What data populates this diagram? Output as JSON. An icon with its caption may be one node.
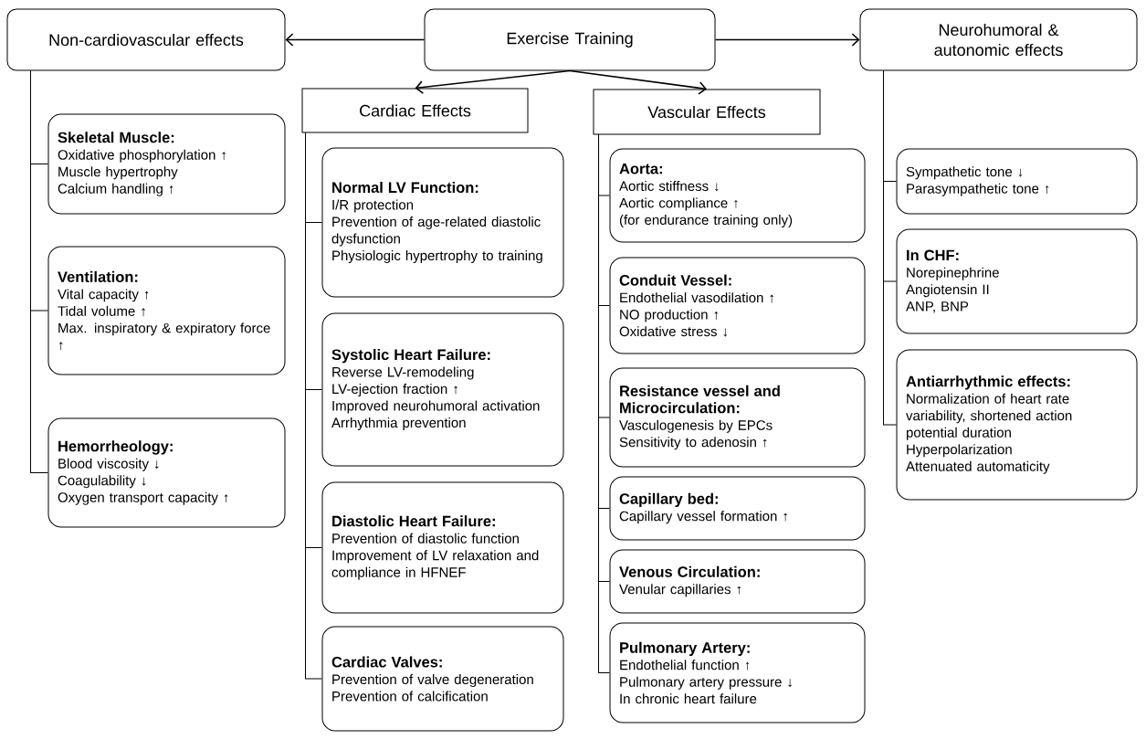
{
  "diagram": {
    "nodes": [
      {
        "text": [
          "Exercise Training"
        ]
      },
      {
        "text": [
          "Non-cardiovascular effects"
        ]
      },
      {
        "text": [
          "Neurohumoral & autonomic effects"
        ]
      },
      {
        "text": [
          "Cardiac Effects"
        ]
      },
      {
        "text": [
          "Vascular Effects"
        ]
      },
      {
        "text": [
          "Skeletal Muscle:",
          "Oxidative phosphorylation ↑",
          "Muscle hypertrophy",
          "Calcium handling ↑"
        ]
      },
      {
        "text": [
          "Ventilation:",
          "Vital capacity ↑",
          "Tidal volume ↑",
          "Max. inspiratory & expiratory force ↑"
        ]
      },
      {
        "text": [
          "Hemorrheology:",
          "Blood viscosity ↓",
          "Coagulability ↓",
          "Oxygen transport capacity ↑"
        ]
      },
      {
        "text": [
          "Normal LV Function:",
          "I/R protection",
          "Prevention of age-related diastolic dysfunction",
          "Physiologic hypertrophy to training"
        ]
      },
      {
        "text": [
          "Systolic Heart Failure:",
          "Reverse LV-remodeling",
          "LV-ejection fraction ↑",
          "Improved neurohumoral activation",
          "Arrhythmia prevention"
        ]
      },
      {
        "text": [
          "Diastolic Heart Failure:",
          "Prevention of diastolic function",
          "Improvement of LV relaxation and compliance in HFNEF"
        ]
      },
      {
        "text": [
          "Cardiac Valves:",
          "Prevention of valve degeneration",
          "Prevention of calcification"
        ]
      },
      {
        "text": [
          "Aorta:",
          "Aortic stiffness ↓",
          "Aortic compliance ↑",
          "(for endurance training only)"
        ]
      },
      {
        "text": [
          "Conduit Vessel:",
          "Endothelial vasodilation ↑",
          "NO production ↑",
          "Oxidative stress ↓"
        ]
      },
      {
        "text": [
          "Resistance vessel and Microcirculation:",
          "Vasculogenesis by EPCs",
          "Sensitivity to adenosin ↑"
        ]
      },
      {
        "text": [
          "Capillary bed:",
          "Capillary vessel formation ↑"
        ]
      },
      {
        "text": [
          "Venous Circulation:",
          "Venular capillaries ↑"
        ]
      },
      {
        "text": [
          "Pulmonary Artery:",
          "Endothelial function ↑",
          "Pulmonary artery pressure ↓",
          "In chronic heart failure"
        ]
      },
      {
        "text": [
          "Sympathetic tone ↓",
          "Parasympathetic tone ↑"
        ]
      },
      {
        "text": [
          "In CHF:",
          "Norepinephrine",
          "Angiotensin II",
          "ANP, BNP"
        ]
      },
      {
        "text": [
          "Antiarrhythmic effects:",
          "Normalization of heart rate variability, shortened action potential duration",
          "Hyperpolarization",
          "Attenuated automaticity"
        ]
      }
    ],
    "edges": [
      {
        "from": 0,
        "to": 1,
        "arrow": "to"
      },
      {
        "from": 0,
        "to": 2,
        "arrow": "to"
      },
      {
        "from": 0,
        "to": 3,
        "arrow": "to"
      },
      {
        "from": 0,
        "to": 4,
        "arrow": "to"
      },
      {
        "from": 1,
        "to": 5,
        "arrow": "none"
      },
      {
        "from": 1,
        "to": 6,
        "arrow": "none"
      },
      {
        "from": 1,
        "to": 7,
        "arrow": "none"
      },
      {
        "from": 3,
        "to": 8,
        "arrow": "none"
      },
      {
        "from": 3,
        "to": 9,
        "arrow": "none"
      },
      {
        "from": 3,
        "to": 10,
        "arrow": "none"
      },
      {
        "from": 3,
        "to": 11,
        "arrow": "none"
      },
      {
        "from": 4,
        "to": 12,
        "arrow": "none"
      },
      {
        "from": 4,
        "to": 13,
        "arrow": "none"
      },
      {
        "from": 4,
        "to": 14,
        "arrow": "none"
      },
      {
        "from": 4,
        "to": 15,
        "arrow": "none"
      },
      {
        "from": 4,
        "to": 16,
        "arrow": "none"
      },
      {
        "from": 4,
        "to": 17,
        "arrow": "none"
      },
      {
        "from": 2,
        "to": 18,
        "arrow": "none"
      },
      {
        "from": 2,
        "to": 19,
        "arrow": "none"
      },
      {
        "from": 2,
        "to": 20,
        "arrow": "none"
      }
    ]
  }
}
